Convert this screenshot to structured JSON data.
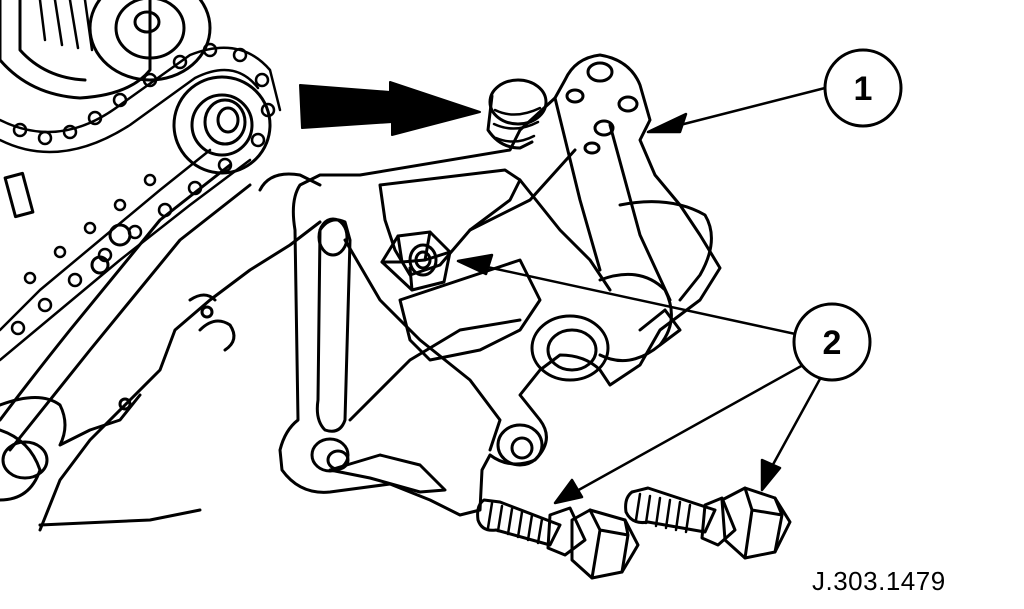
{
  "callouts": [
    {
      "id": "1",
      "label": "1"
    },
    {
      "id": "2",
      "label": "2"
    }
  ],
  "reference": "J.303.1479",
  "colors": {
    "ink": "#000000",
    "paper": "#ffffff"
  }
}
